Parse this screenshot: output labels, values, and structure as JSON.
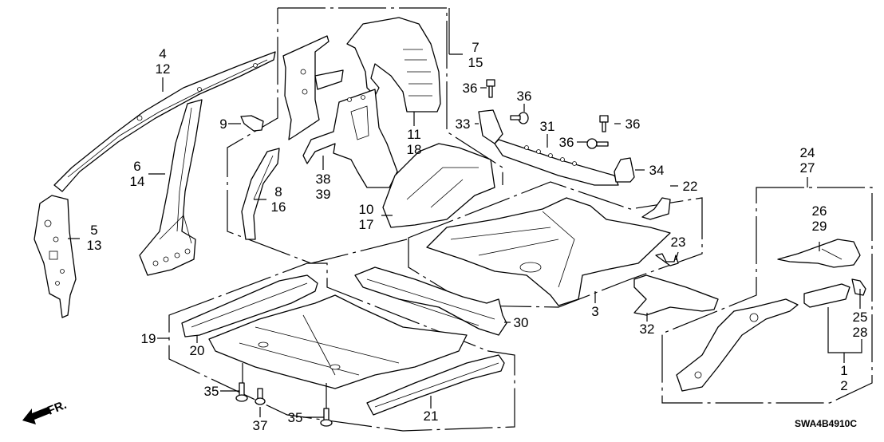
{
  "diagram": {
    "code": "SWA4B4910C",
    "direction_label": "FR.",
    "callouts": [
      {
        "id": "c-4-12",
        "lines": [
          "4",
          "12"
        ]
      },
      {
        "id": "c-6-14",
        "lines": [
          "6",
          "14"
        ]
      },
      {
        "id": "c-5-13",
        "lines": [
          "5",
          "13"
        ]
      },
      {
        "id": "c-9",
        "lines": [
          "9"
        ]
      },
      {
        "id": "c-8-16",
        "lines": [
          "8",
          "16"
        ]
      },
      {
        "id": "c-7-15",
        "lines": [
          "7",
          "15"
        ]
      },
      {
        "id": "c-11-18",
        "lines": [
          "11",
          "18"
        ]
      },
      {
        "id": "c-38-39",
        "lines": [
          "38",
          "39"
        ]
      },
      {
        "id": "c-10-17",
        "lines": [
          "10",
          "17"
        ]
      },
      {
        "id": "c-36a",
        "lines": [
          "36"
        ]
      },
      {
        "id": "c-36b",
        "lines": [
          "36"
        ]
      },
      {
        "id": "c-36c",
        "lines": [
          "36"
        ]
      },
      {
        "id": "c-36d",
        "lines": [
          "36"
        ]
      },
      {
        "id": "c-33",
        "lines": [
          "33"
        ]
      },
      {
        "id": "c-31",
        "lines": [
          "31"
        ]
      },
      {
        "id": "c-34",
        "lines": [
          "34"
        ]
      },
      {
        "id": "c-22",
        "lines": [
          "22"
        ]
      },
      {
        "id": "c-23",
        "lines": [
          "23"
        ]
      },
      {
        "id": "c-3",
        "lines": [
          "3"
        ]
      },
      {
        "id": "c-30",
        "lines": [
          "30"
        ]
      },
      {
        "id": "c-32",
        "lines": [
          "32"
        ]
      },
      {
        "id": "c-24-27",
        "lines": [
          "24",
          "27"
        ]
      },
      {
        "id": "c-26-29",
        "lines": [
          "26",
          "29"
        ]
      },
      {
        "id": "c-25-28",
        "lines": [
          "25",
          "28"
        ]
      },
      {
        "id": "c-1-2",
        "lines": [
          "1",
          "2"
        ]
      },
      {
        "id": "c-19",
        "lines": [
          "19"
        ]
      },
      {
        "id": "c-20",
        "lines": [
          "20"
        ]
      },
      {
        "id": "c-21",
        "lines": [
          "21"
        ]
      },
      {
        "id": "c-35a",
        "lines": [
          "35"
        ]
      },
      {
        "id": "c-35b",
        "lines": [
          "35"
        ]
      },
      {
        "id": "c-37",
        "lines": [
          "37"
        ]
      }
    ]
  }
}
